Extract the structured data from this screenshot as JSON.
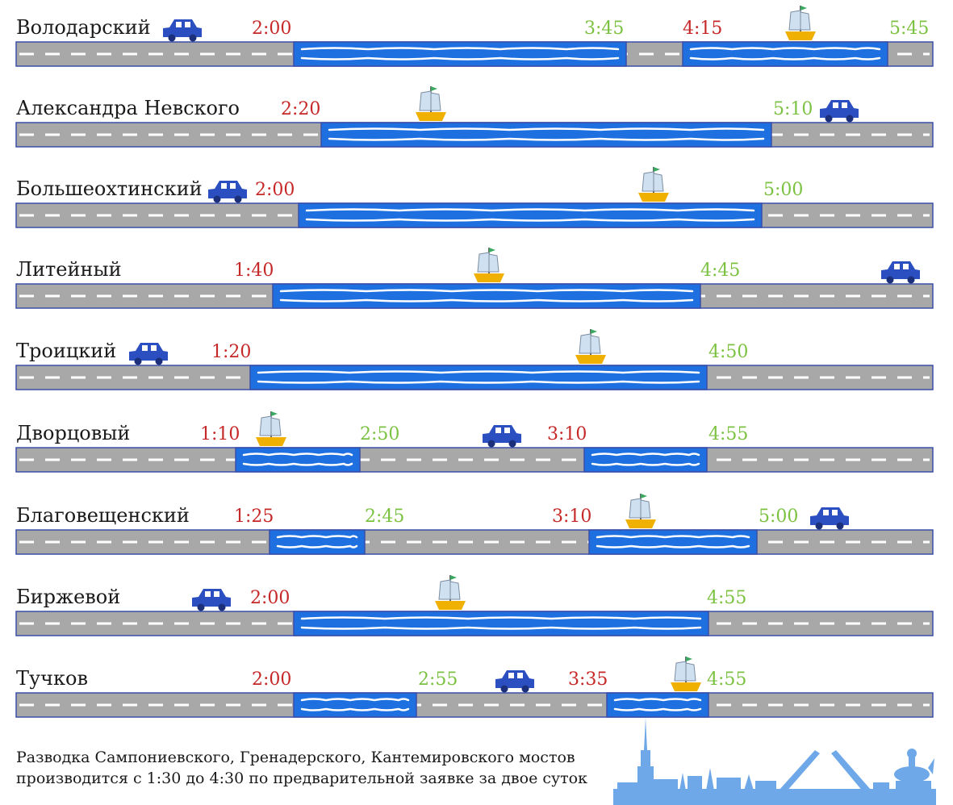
{
  "colors": {
    "road": "#a8a8a8",
    "road_border": "#3a4fa8",
    "water": "#1e6fe0",
    "wave": "#ffffff",
    "open_time": "#c62828",
    "close_time": "#7cc242",
    "car": "#2b4fc0",
    "boat_hull": "#f0b000",
    "boat_sail": "#cfe0f0",
    "skyline": "#6fa8e8"
  },
  "bridges": [
    {
      "name": "Володарский",
      "times": [
        {
          "label": "2:00",
          "kind": "open"
        },
        {
          "label": "3:45",
          "kind": "close"
        },
        {
          "label": "4:15",
          "kind": "open"
        },
        {
          "label": "5:45",
          "kind": "close"
        }
      ]
    },
    {
      "name": "Александра Невского",
      "times": [
        {
          "label": "2:20",
          "kind": "open"
        },
        {
          "label": "5:10",
          "kind": "close"
        }
      ]
    },
    {
      "name": "Большеохтинский",
      "times": [
        {
          "label": "2:00",
          "kind": "open"
        },
        {
          "label": "5:00",
          "kind": "close"
        }
      ]
    },
    {
      "name": "Литейный",
      "times": [
        {
          "label": "1:40",
          "kind": "open"
        },
        {
          "label": "4:45",
          "kind": "close"
        }
      ]
    },
    {
      "name": "Троицкий",
      "times": [
        {
          "label": "1:20",
          "kind": "open"
        },
        {
          "label": "4:50",
          "kind": "close"
        }
      ]
    },
    {
      "name": "Дворцовый",
      "times": [
        {
          "label": "1:10",
          "kind": "open"
        },
        {
          "label": "2:50",
          "kind": "close"
        },
        {
          "label": "3:10",
          "kind": "open"
        },
        {
          "label": "4:55",
          "kind": "close"
        }
      ]
    },
    {
      "name": "Благовещенский",
      "times": [
        {
          "label": "1:25",
          "kind": "open"
        },
        {
          "label": "2:45",
          "kind": "close"
        },
        {
          "label": "3:10",
          "kind": "open"
        },
        {
          "label": "5:00",
          "kind": "close"
        }
      ]
    },
    {
      "name": "Биржевой",
      "times": [
        {
          "label": "2:00",
          "kind": "open"
        },
        {
          "label": "4:55",
          "kind": "close"
        }
      ]
    },
    {
      "name": "Тучков",
      "times": [
        {
          "label": "2:00",
          "kind": "open"
        },
        {
          "label": "2:55",
          "kind": "close"
        },
        {
          "label": "3:35",
          "kind": "open"
        },
        {
          "label": "4:55",
          "kind": "close"
        }
      ]
    }
  ],
  "footnote": {
    "line1": "Разводка Сампониевского, Гренадерского, Кантемировского мостов",
    "line2": "производится с 1:30 до 4:30 по предварительной заявке за двое суток"
  },
  "icons": {
    "car": "car-icon",
    "boat": "sailboat-icon",
    "skyline": "city-skyline-icon"
  }
}
